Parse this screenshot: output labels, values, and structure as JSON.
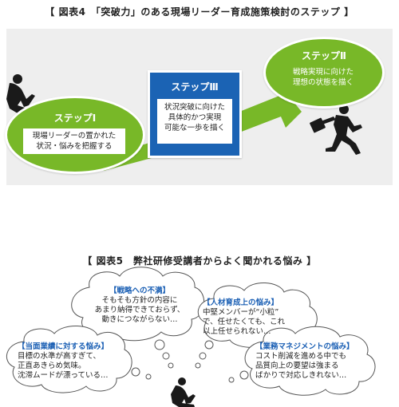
{
  "figure4": {
    "title": "【 図表4　「突破力」のある現場リーダー育成施策検討のステップ 】",
    "step1": {
      "label": "ステップⅠ",
      "text": [
        "現場リーダーの置かれた",
        "状況・悩みを把握する"
      ]
    },
    "step3": {
      "label": "ステップⅢ",
      "text": [
        "状況突破に向けた",
        "具体的かつ実現",
        "可能な一歩を描く"
      ]
    },
    "step2": {
      "label": "ステップⅡ",
      "text": [
        "戦略実現に向けた",
        "理想の状態を描く"
      ]
    },
    "colors": {
      "green": "#78b828",
      "blue": "#1b63b4",
      "panel": "#eeeeee"
    }
  },
  "figure5": {
    "title": "【 図表5　弊社研修受講者からよく聞かれる悩み 】",
    "clouds": [
      {
        "heading": "【戦略への不満】",
        "lines": [
          "そもそも方針の内容に",
          "あまり納得できておらず、",
          "動きにつながらない…"
        ]
      },
      {
        "heading": "【人材育成上の悩み】",
        "lines": [
          "中堅メンバーが“小粒”",
          "で、任せたくても、これ",
          "以上任せられない…"
        ]
      },
      {
        "heading": "【当面業績に対する悩み】",
        "lines": [
          "目標の水準が高すぎて、",
          "正直あきらめ気味。",
          "沈滞ムードが漂っている…"
        ]
      },
      {
        "heading": "【業務マネジメントの悩み】",
        "lines": [
          "コスト削減を進める中でも",
          "品質向上の要望は強まる",
          "ばかりで対応しきれない…"
        ]
      }
    ],
    "colors": {
      "heading": "#1a5fb4",
      "cloud_stroke": "#555555"
    }
  }
}
